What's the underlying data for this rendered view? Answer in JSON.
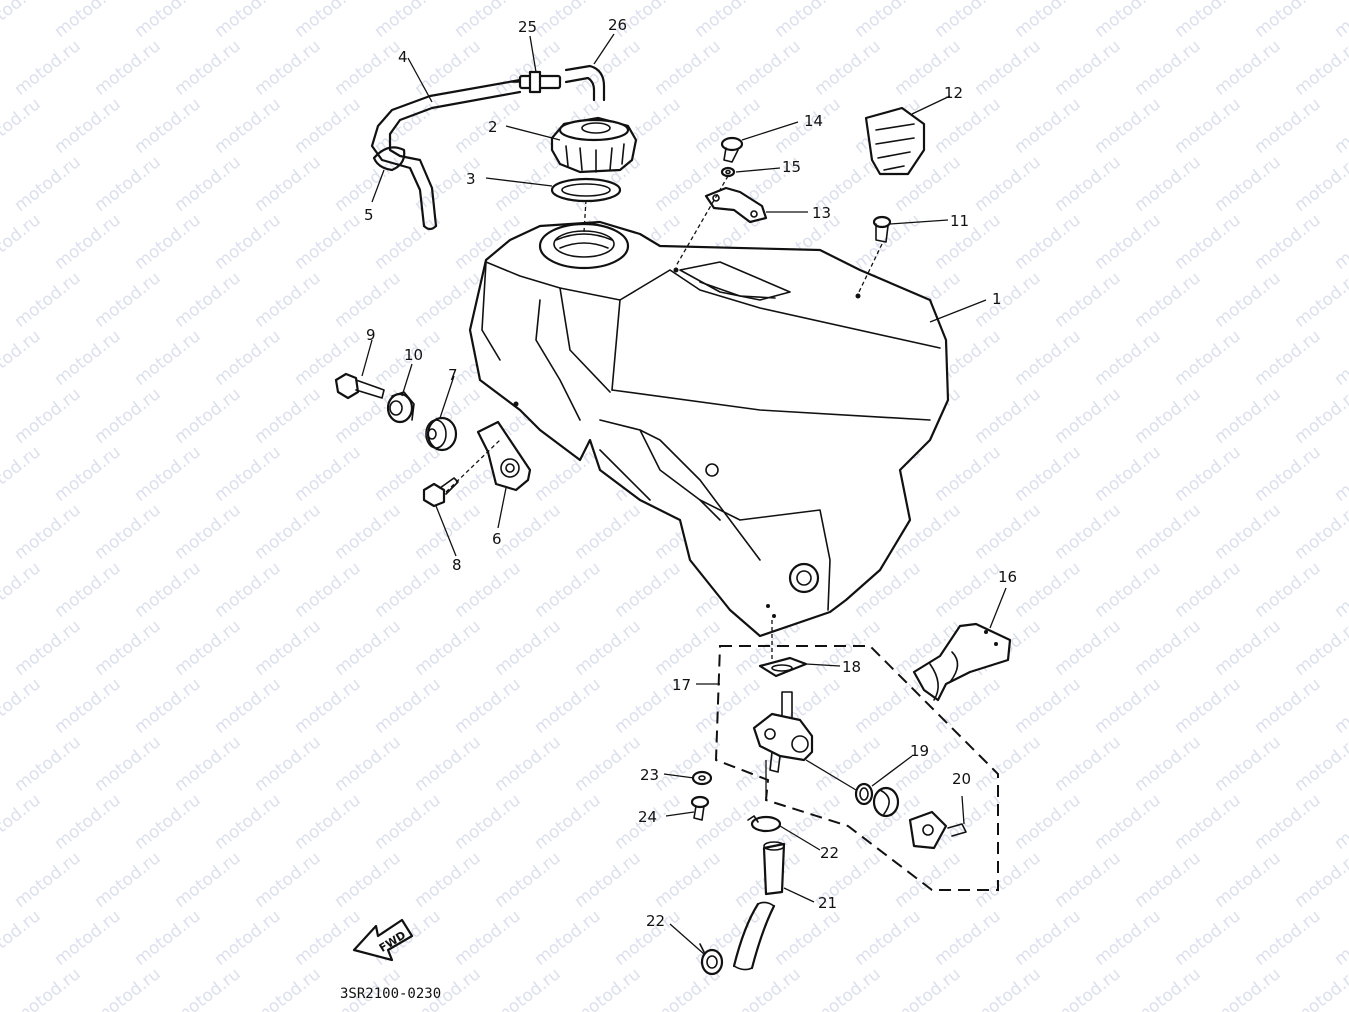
{
  "watermark": "motod.ru",
  "drawing_code": "3SR2100-0230",
  "forward_marker": "FWD",
  "callouts": [
    {
      "n": "1"
    },
    {
      "n": "2"
    },
    {
      "n": "3"
    },
    {
      "n": "4"
    },
    {
      "n": "5"
    },
    {
      "n": "6"
    },
    {
      "n": "7"
    },
    {
      "n": "8"
    },
    {
      "n": "9"
    },
    {
      "n": "10"
    },
    {
      "n": "11"
    },
    {
      "n": "12"
    },
    {
      "n": "13"
    },
    {
      "n": "14"
    },
    {
      "n": "15"
    },
    {
      "n": "16"
    },
    {
      "n": "17"
    },
    {
      "n": "18"
    },
    {
      "n": "19"
    },
    {
      "n": "20"
    },
    {
      "n": "21"
    },
    {
      "n": "22"
    },
    {
      "n": "22"
    },
    {
      "n": "23"
    },
    {
      "n": "24"
    },
    {
      "n": "25"
    },
    {
      "n": "26"
    }
  ]
}
